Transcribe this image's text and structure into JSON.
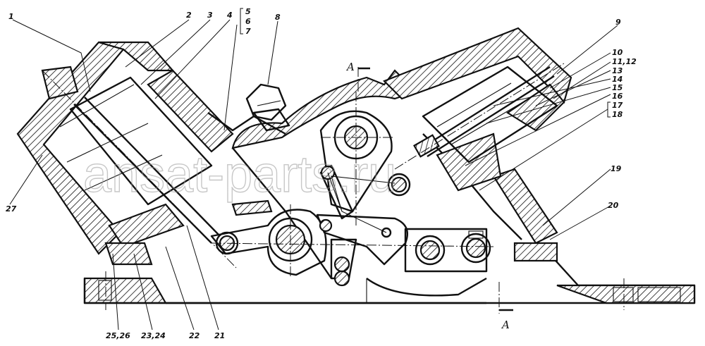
{
  "callouts": [
    {
      "id": "c1",
      "label": "1"
    },
    {
      "id": "c2",
      "label": "2"
    },
    {
      "id": "c3",
      "label": "3"
    },
    {
      "id": "c4",
      "label": "4"
    },
    {
      "id": "c5",
      "label": "5"
    },
    {
      "id": "c6",
      "label": "6"
    },
    {
      "id": "c7",
      "label": "7"
    },
    {
      "id": "c8",
      "label": "8"
    },
    {
      "id": "c9",
      "label": "9"
    },
    {
      "id": "c10",
      "label": "10"
    },
    {
      "id": "c11",
      "label": "11,12"
    },
    {
      "id": "c13",
      "label": "13"
    },
    {
      "id": "c14",
      "label": "14"
    },
    {
      "id": "c15",
      "label": "15"
    },
    {
      "id": "c16",
      "label": "16"
    },
    {
      "id": "c17",
      "label": "17"
    },
    {
      "id": "c18",
      "label": "18"
    },
    {
      "id": "c19",
      "label": "19"
    },
    {
      "id": "c20",
      "label": "20"
    },
    {
      "id": "c21",
      "label": "21"
    },
    {
      "id": "c22",
      "label": "22"
    },
    {
      "id": "c23",
      "label": "23,24"
    },
    {
      "id": "c25",
      "label": "25,26"
    },
    {
      "id": "c27",
      "label": "27"
    }
  ],
  "section_marks": {
    "top": "A",
    "bottom": "A"
  },
  "watermark": "ansat-parts.ru",
  "colors": {
    "ink": "#111111",
    "paper": "#ffffff",
    "watermark": "#9a9a9a"
  }
}
